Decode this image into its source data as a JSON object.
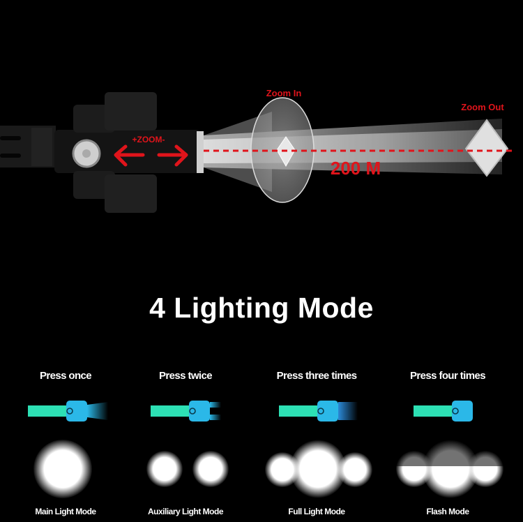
{
  "hero": {
    "zoom_label": "+ZOOM-",
    "zoom_in_label": "Zoom In",
    "zoom_out_label": "Zoom Out",
    "distance_label": "200 M",
    "accent_color": "#e0141b"
  },
  "title": "4 Lighting Mode",
  "modes": [
    {
      "press": "Press once",
      "label": "Main Light Mode",
      "beams": "main"
    },
    {
      "press": "Press twice",
      "label": "Auxiliary Light Mode",
      "beams": "auxiliary"
    },
    {
      "press": "Press three times",
      "label": "Full Light Mode",
      "beams": "full"
    },
    {
      "press": "Press four times",
      "label": "Flash Mode",
      "beams": "flash"
    }
  ],
  "icon_colors": {
    "body": "#2de0b4",
    "head": "#2bb8e8"
  }
}
